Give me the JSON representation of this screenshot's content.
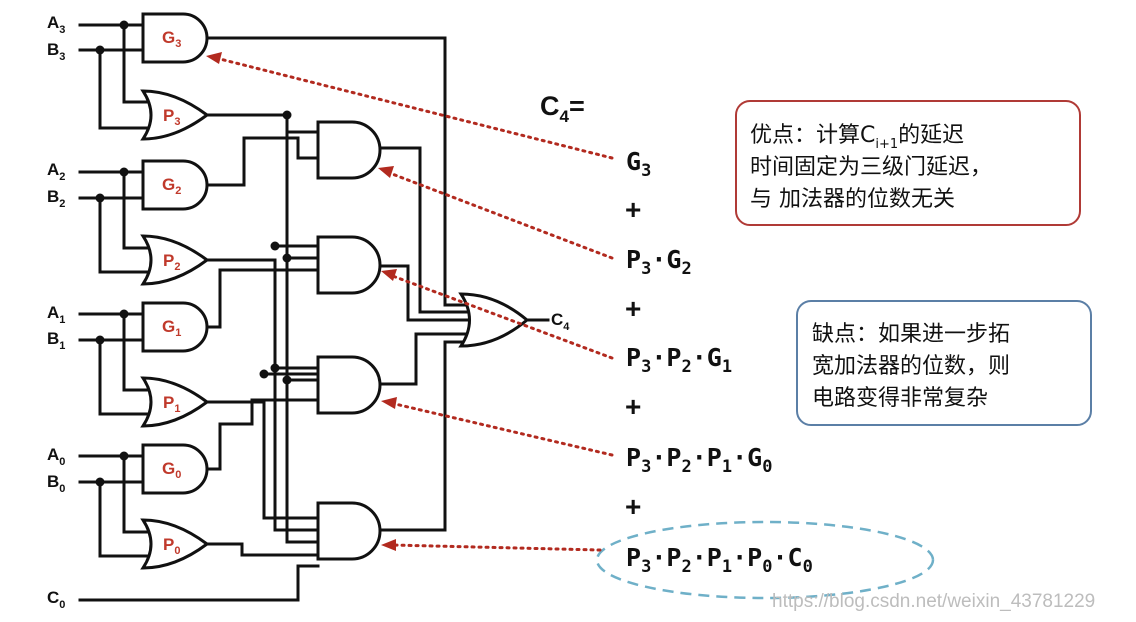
{
  "inputs": {
    "a3": {
      "base": "A",
      "sub": "3"
    },
    "b3": {
      "base": "B",
      "sub": "3"
    },
    "a2": {
      "base": "A",
      "sub": "2"
    },
    "b2": {
      "base": "B",
      "sub": "2"
    },
    "a1": {
      "base": "A",
      "sub": "1"
    },
    "b1": {
      "base": "B",
      "sub": "1"
    },
    "a0": {
      "base": "A",
      "sub": "0"
    },
    "b0": {
      "base": "B",
      "sub": "0"
    },
    "c0": {
      "base": "C",
      "sub": "0"
    }
  },
  "gates": {
    "g3": {
      "base": "G",
      "sub": "3"
    },
    "p3": {
      "base": "P",
      "sub": "3"
    },
    "g2": {
      "base": "G",
      "sub": "2"
    },
    "p2": {
      "base": "P",
      "sub": "2"
    },
    "g1": {
      "base": "G",
      "sub": "1"
    },
    "p1": {
      "base": "P",
      "sub": "1"
    },
    "g0": {
      "base": "G",
      "sub": "0"
    },
    "p0": {
      "base": "P",
      "sub": "0"
    }
  },
  "output": {
    "base": "C",
    "sub": "4"
  },
  "equation": {
    "lhs": {
      "base": "C",
      "sub": "4",
      "tail": "="
    },
    "plus": "+",
    "dot": "·",
    "term1": {
      "t1": {
        "b": "G",
        "s": "3"
      }
    },
    "term2": {
      "t1": {
        "b": "P",
        "s": "3"
      },
      "t2": {
        "b": "G",
        "s": "2"
      }
    },
    "term3": {
      "t1": {
        "b": "P",
        "s": "3"
      },
      "t2": {
        "b": "P",
        "s": "2"
      },
      "t3": {
        "b": "G",
        "s": "1"
      }
    },
    "term4": {
      "t1": {
        "b": "P",
        "s": "3"
      },
      "t2": {
        "b": "P",
        "s": "2"
      },
      "t3": {
        "b": "P",
        "s": "1"
      },
      "t4": {
        "b": "G",
        "s": "0"
      }
    },
    "term5": {
      "t1": {
        "b": "P",
        "s": "3"
      },
      "t2": {
        "b": "P",
        "s": "2"
      },
      "t3": {
        "b": "P",
        "s": "1"
      },
      "t4": {
        "b": "P",
        "s": "0"
      },
      "t5": {
        "b": "C",
        "s": "0"
      }
    }
  },
  "advantage": {
    "line1_pre": "优点：计算C",
    "line1_sub": "i+1",
    "line1_post": "的延迟",
    "line2": "时间固定为三级门延迟，",
    "line3": "与  加法器的位数无关",
    "border_color": "#b03a36"
  },
  "disadvantage": {
    "line1": "缺点：如果进一步拓",
    "line2": "宽加法器的位数，则",
    "line3": "电路变得非常复杂",
    "border_color": "#5b7fa6"
  },
  "watermark": "https://blog.csdn.net/weixin_43781229",
  "colors": {
    "gate_label": "#c0392b",
    "arrow": "#b22a1f",
    "wire": "#111111",
    "ellipse": "#6fb0c8"
  }
}
